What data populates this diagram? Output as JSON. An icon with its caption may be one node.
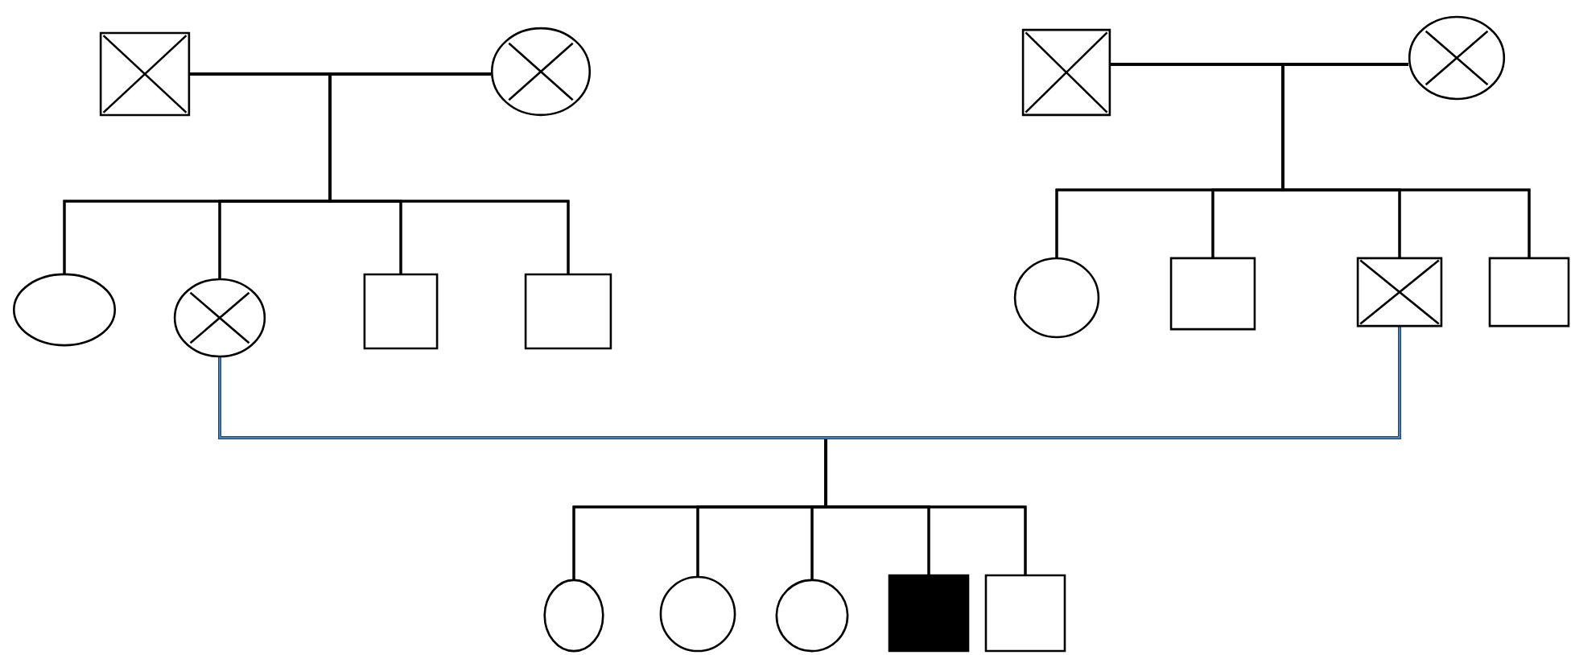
{
  "diagram": {
    "nodes": [
      {
        "text": [],
        "shape": "crossed-square"
      },
      {
        "text": [],
        "shape": "crossed-circle"
      },
      {
        "text": [],
        "shape": "circle"
      },
      {
        "text": [],
        "shape": "crossed-circle"
      },
      {
        "text": [],
        "shape": "square"
      },
      {
        "text": [],
        "shape": "square"
      },
      {
        "text": [],
        "shape": "crossed-square"
      },
      {
        "text": [],
        "shape": "crossed-circle"
      },
      {
        "text": [],
        "shape": "circle"
      },
      {
        "text": [],
        "shape": "square"
      },
      {
        "text": [],
        "shape": "crossed-square"
      },
      {
        "text": [],
        "shape": "square"
      },
      {
        "text": [],
        "shape": "circle"
      },
      {
        "text": [],
        "shape": "circle"
      },
      {
        "text": [],
        "shape": "circle"
      },
      {
        "text": [],
        "shape": "filled-square"
      },
      {
        "text": [],
        "shape": "square"
      }
    ],
    "edges": [
      {
        "from": 0,
        "to": 1,
        "arrow": "none"
      },
      {
        "from": 0,
        "to": 2,
        "arrow": "none"
      },
      {
        "from": 0,
        "to": 3,
        "arrow": "none"
      },
      {
        "from": 0,
        "to": 4,
        "arrow": "none"
      },
      {
        "from": 0,
        "to": 5,
        "arrow": "none"
      },
      {
        "from": 1,
        "to": 2,
        "arrow": "none"
      },
      {
        "from": 1,
        "to": 3,
        "arrow": "none"
      },
      {
        "from": 1,
        "to": 4,
        "arrow": "none"
      },
      {
        "from": 1,
        "to": 5,
        "arrow": "none"
      },
      {
        "from": 6,
        "to": 7,
        "arrow": "none"
      },
      {
        "from": 6,
        "to": 8,
        "arrow": "none"
      },
      {
        "from": 6,
        "to": 9,
        "arrow": "none"
      },
      {
        "from": 6,
        "to": 10,
        "arrow": "none"
      },
      {
        "from": 6,
        "to": 11,
        "arrow": "none"
      },
      {
        "from": 7,
        "to": 8,
        "arrow": "none"
      },
      {
        "from": 7,
        "to": 9,
        "arrow": "none"
      },
      {
        "from": 7,
        "to": 10,
        "arrow": "none"
      },
      {
        "from": 7,
        "to": 11,
        "arrow": "none"
      },
      {
        "from": 3,
        "to": 12,
        "arrow": "none"
      },
      {
        "from": 3,
        "to": 13,
        "arrow": "none"
      },
      {
        "from": 3,
        "to": 14,
        "arrow": "none"
      },
      {
        "from": 3,
        "to": 15,
        "arrow": "none"
      },
      {
        "from": 3,
        "to": 16,
        "arrow": "none"
      },
      {
        "from": 10,
        "to": 12,
        "arrow": "none"
      },
      {
        "from": 10,
        "to": 13,
        "arrow": "none"
      },
      {
        "from": 10,
        "to": 14,
        "arrow": "none"
      },
      {
        "from": 10,
        "to": 15,
        "arrow": "none"
      },
      {
        "from": 10,
        "to": 16,
        "arrow": "none"
      },
      {
        "from": 3,
        "to": 10,
        "arrow": "none",
        "color": "#4a7ebb"
      }
    ]
  }
}
